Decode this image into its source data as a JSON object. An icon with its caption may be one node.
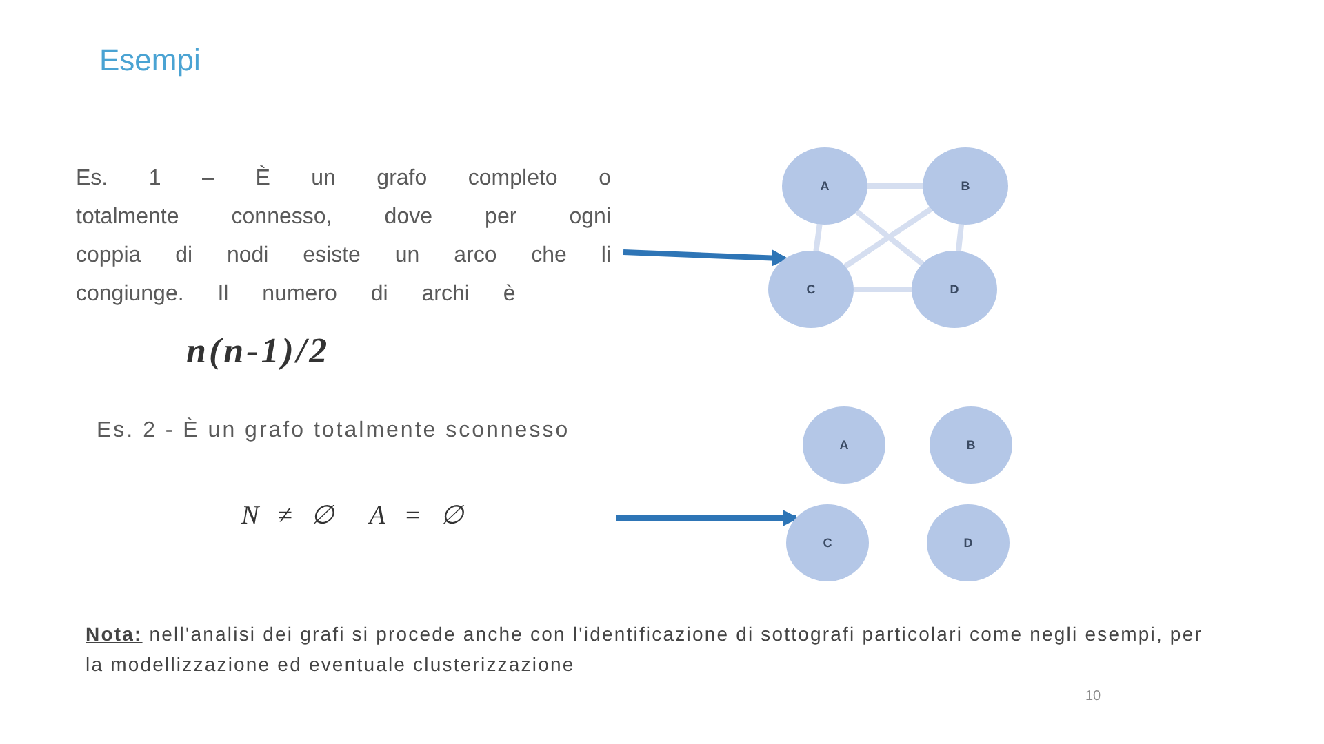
{
  "diagram": {
    "title": "Esempi",
    "nodes": [
      {
        "text": [
          "Es. 1 – È un grafo completo o totalmente connesso, dove per ogni coppia di nodi esiste un arco che li congiunge. Il numero di archi è",
          "n(n-1)/2"
        ]
      },
      {
        "text": [
          "A"
        ]
      },
      {
        "text": [
          "B"
        ]
      },
      {
        "text": [
          "C"
        ]
      },
      {
        "text": [
          "D"
        ]
      },
      {
        "text": [
          "Es. 2 - È un grafo totalmente sconnesso",
          "N ≠ ∅  A = ∅"
        ]
      },
      {
        "text": [
          "A"
        ]
      },
      {
        "text": [
          "B"
        ]
      },
      {
        "text": [
          "C"
        ]
      },
      {
        "text": [
          "D"
        ]
      }
    ],
    "edges": [
      {
        "from": 1,
        "to": 2,
        "arrow": "none"
      },
      {
        "from": 1,
        "to": 3,
        "arrow": "none"
      },
      {
        "from": 1,
        "to": 4,
        "arrow": "none"
      },
      {
        "from": 2,
        "to": 3,
        "arrow": "none"
      },
      {
        "from": 2,
        "to": 4,
        "arrow": "none"
      },
      {
        "from": 3,
        "to": 4,
        "arrow": "none"
      },
      {
        "from": 0,
        "to": 3,
        "arrow": "to",
        "color": "#2e75b6"
      },
      {
        "from": null,
        "to": 8,
        "arrow": "to",
        "color": "#2e75b6"
      }
    ],
    "labels": [
      "**Nota:** nell'analisi dei grafi si procede anche con l'identificazione di sottografi particolari come negli esempi, per la modellizzazione ed eventuale clusterizzazione",
      "10"
    ]
  }
}
